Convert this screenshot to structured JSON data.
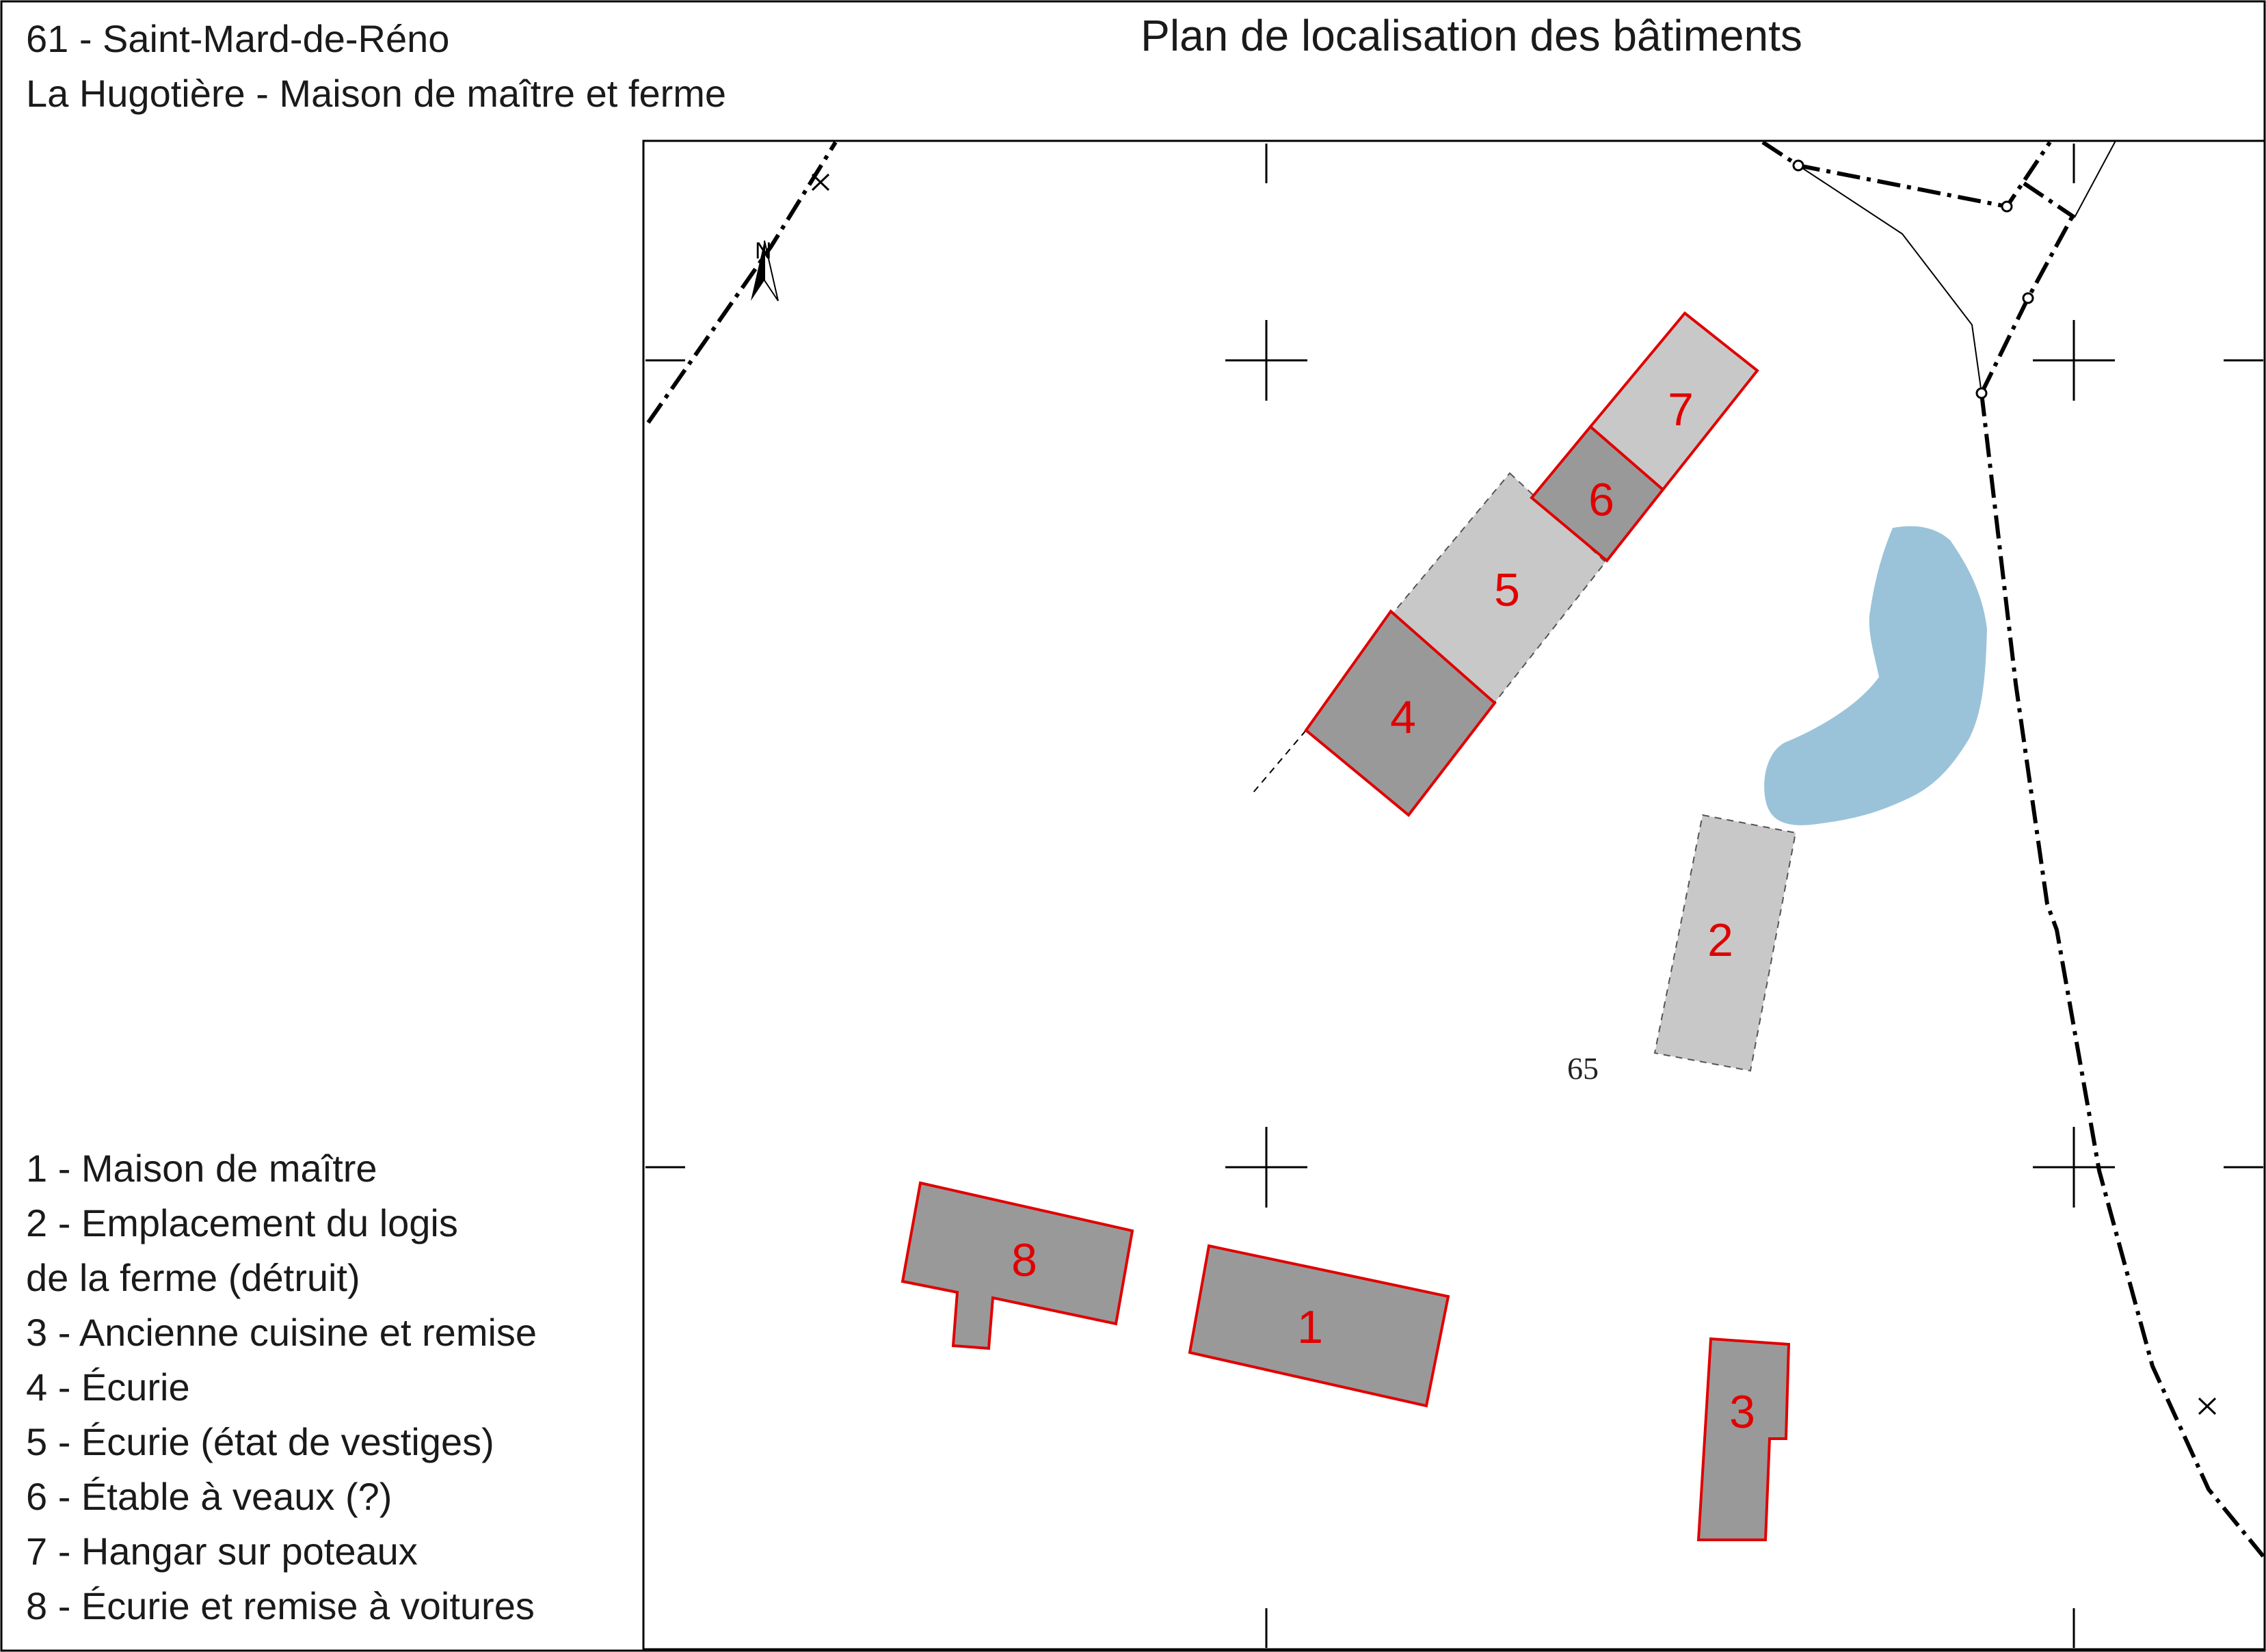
{
  "header": {
    "commune": "61 - Saint-Mard-de-Réno",
    "site": "La Hugotière - Maison de maître et ferme",
    "title": "Plan de localisation des bâtiments"
  },
  "legend": [
    "1 - Maison de maître",
    "2 - Emplacement du logis",
    "de la ferme (détruit)",
    "3 - Ancienne cuisine et remise",
    "4 - Écurie",
    "5 - Écurie (état de vestiges)",
    "6 - Étable à veaux (?)",
    "7 - Hangar sur poteaux",
    "8 - Écurie et remise à voitures"
  ],
  "map": {
    "buildings": [
      {
        "id": "1",
        "label": "1",
        "state": "existing"
      },
      {
        "id": "2",
        "label": "2",
        "state": "destroyed"
      },
      {
        "id": "3",
        "label": "3",
        "state": "existing"
      },
      {
        "id": "4",
        "label": "4",
        "state": "existing"
      },
      {
        "id": "5",
        "label": "5",
        "state": "vestiges"
      },
      {
        "id": "6",
        "label": "6",
        "state": "existing"
      },
      {
        "id": "7",
        "label": "7",
        "state": "open-shed"
      },
      {
        "id": "8",
        "label": "8",
        "state": "existing"
      }
    ],
    "parcel_number": "65",
    "north_marker": "N",
    "features": [
      "north-arrow-icon",
      "pond",
      "grid-crosses",
      "property-boundary-lines"
    ],
    "colors": {
      "outline": "#e00000",
      "existing_fill": "#999999",
      "light_fill": "#c8c8c8",
      "pond": "#9ac3d9",
      "label": "#e00000"
    }
  }
}
